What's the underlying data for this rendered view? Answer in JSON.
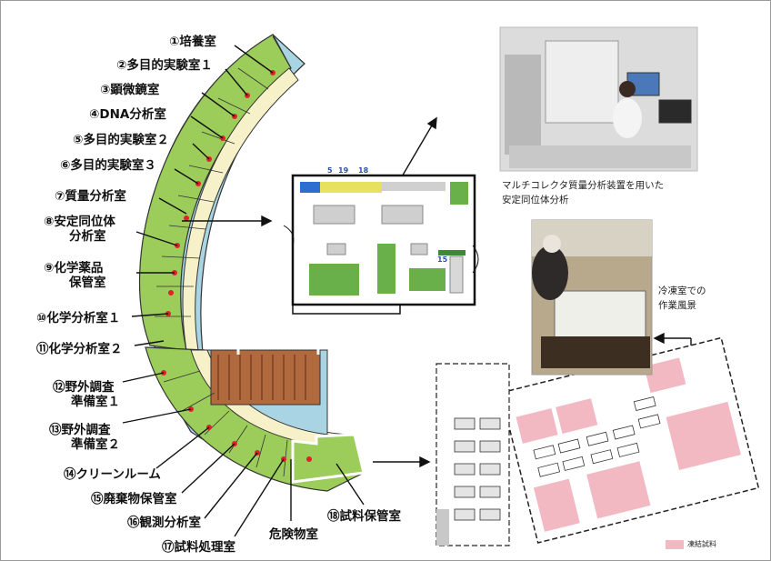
{
  "rooms": [
    "①培養室",
    "②多目的実験室１",
    "③顕微鏡室",
    "④DNA分析室",
    "⑤多目的実験室２",
    "⑥多目的実験室３",
    "⑦質量分析室",
    "⑧安定同位体",
    "分析室",
    "⑨化学薬品",
    "保管室",
    "⑩化学分析室１",
    "⑪化学分析室２",
    "⑫野外調査",
    "準備室１",
    "⑬野外調査",
    "準備室２",
    "⑭クリーンルーム",
    "⑮廃棄物保管室",
    "⑯観測分析室",
    "⑰試料処理室",
    "危険物室",
    "⑱試料保管室"
  ],
  "captions": {
    "mass_spec_line1": "マルチコレクタ質量分析装置を用いた",
    "mass_spec_line2": "安定同位体分析",
    "freezer_line1": "冷凍室での",
    "freezer_line2": "作業風景"
  },
  "detail_numbers": [
    "5",
    "19",
    "18",
    "15"
  ],
  "legend_text": "凍結試料",
  "colors": {
    "room_green": "#9ccc5a",
    "corridor": "#f6f1c8",
    "blue_room": "#a9d4e4",
    "brown_roof": "#b06a3e",
    "pink_zone": "#f3b9c3",
    "marker_red": "#e0202a"
  }
}
